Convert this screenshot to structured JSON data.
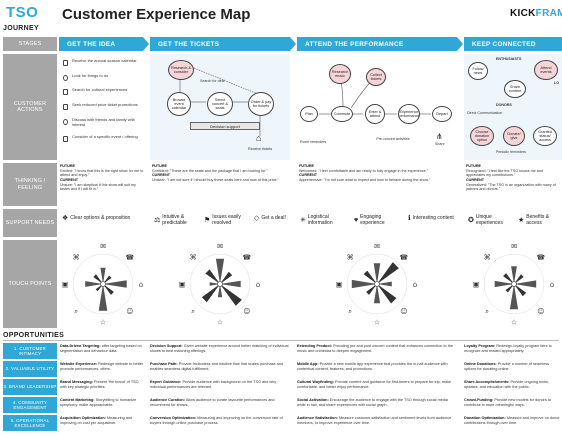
{
  "header": {
    "logo": "TSO",
    "title": "Customer Experience Map",
    "brand": "KICK",
    "brand_tail": "FRAM",
    "journey_label": "JOURNEY"
  },
  "rows": {
    "stages": "STAGES",
    "actions": "CUSTOMER ACTIONS",
    "thinking": "THINKING / FEELING",
    "needs": "SUPPORT NEEDS",
    "touch": "TOUCH POINTS"
  },
  "stages": [
    "GET THE IDEA",
    "GET THE TICKETS",
    "ATTEND THE PERFORMANCE",
    "KEEP CONNECTED"
  ],
  "actions_idea": [
    "Receive the annual season calendar",
    "Look for things to do",
    "Search for cultural experiences",
    "Seek reduced price ticket promotions",
    "Discuss with friends and family with interest",
    "Consider of a specific event / offering"
  ],
  "tickets_flow": {
    "research": "Research & consider",
    "search_deal": "Search for deal",
    "browse": "Browse event calendar",
    "select": "Select concert & seats",
    "order": "Order & pay for tickets",
    "decision": "Decision support",
    "receive": "Receive tickets"
  },
  "perf_flow": {
    "research": "Research music",
    "collect": "Collect tickets",
    "plan": "Plan",
    "commute": "Commute",
    "enter": "Enter & attend",
    "experience": "Experience performance",
    "depart": "Depart",
    "reminders": "Event reminders",
    "precontent": "Pre-concert activities",
    "share": "Share"
  },
  "connect_flow": {
    "enthusiasts": "ENTHUSIASTS",
    "follow": "Follow news",
    "attend_events": "Attend events",
    "share": "Share content",
    "donors": "DONORS",
    "direct": "Direct Communication",
    "choose": "Choose donation option",
    "donate": "Donate/ give",
    "granted": "Granted status/ access",
    "periodic": "Periodic reminders",
    "lo": "LO"
  },
  "thinking": [
    {
      "future_label": "FUTURE",
      "future": "Excited: \"I know that this is the right show for me to attend and enjoy.\"",
      "current_label": "CURRENT",
      "current": "Unsure: \"I am skeptical if this show will suit my tastes and if I will fit in.\""
    },
    {
      "future_label": "FUTURE",
      "future": "Confident: \"These are the seats and the package that I am looking for.\"",
      "current_label": "CURRENT",
      "current": "Unclear: \"I am not sure if I should buy these seats here and now at this price.\""
    },
    {
      "future_label": "FUTURE",
      "future": "Welcomed: \"I feel comfortable and am ready to fully engage in the experience.\"",
      "current_label": "CURRENT",
      "current": "Apprehensive: \"I'm not sure what to expect and how to behave during the show.\""
    },
    {
      "future_label": "FUTURE",
      "future": "Recognized: \"I feel like the TSO knows me and appreciates my contributions.\"",
      "current_label": "CURRENT",
      "current": "Generalized: \"The TSO is an organization with many of patrons and donors.\""
    }
  ],
  "needs": [
    [
      {
        "icon": "❖",
        "text": "Clear options & proposition"
      }
    ],
    [
      {
        "icon": "⚖",
        "text": "Intuitive & predictable"
      },
      {
        "icon": "⚑",
        "text": "Issues easily resolved"
      },
      {
        "icon": "◇",
        "text": "Get a deal!"
      }
    ],
    [
      {
        "icon": "✳",
        "text": "Logistical information"
      },
      {
        "icon": "♥",
        "text": "Engaging experience"
      },
      {
        "icon": "ℹ",
        "text": "Interesting content"
      }
    ],
    [
      {
        "icon": "✪",
        "text": "Unique experiences"
      },
      {
        "icon": "★",
        "text": "Benefits & access"
      }
    ]
  ],
  "touch_levels": [
    [
      0.55,
      0.35,
      0.8,
      0.45,
      0.9,
      0.3,
      0.6,
      0.4
    ],
    [
      0.85,
      0.5,
      0.7,
      0.9,
      0.45,
      0.75,
      0.35,
      0.6
    ],
    [
      0.7,
      0.9,
      0.5,
      0.8,
      0.65,
      0.45,
      0.85,
      0.55
    ],
    [
      0.6,
      0.4,
      0.75,
      0.5,
      0.85,
      0.35,
      0.65,
      0.45
    ]
  ],
  "opportunities": {
    "title": "OPPORTUNITIES",
    "labels": [
      "1. CUSTOMER INTIMACY",
      "2. VALUABLE UTILITY",
      "3. BRAND LEADERSHIP",
      "4. COMMUNITY ENGAGEMENT",
      "5. OPERATIONAL EXCELLENCE"
    ],
    "cells": [
      [
        {
          "head": "Data-Driven Targeting:",
          "body": "offer targeting based on segmentation and behaviour data."
        },
        {
          "head": "Decision Support:",
          "body": "Given website experience around better matching of individual shows to best matching offerings."
        },
        {
          "head": "Extending Product:",
          "body": "Providing pre and post concert content that enhances connection to the music and orchestra to deepen engagement."
        },
        {
          "head": "Loyalty Program:",
          "body": "Redesign loyalty program tiers to recognize and reward appropriately."
        }
      ],
      [
        {
          "head": "Website Experience:",
          "body": "Redesign website to better promote performances, offers."
        },
        {
          "head": "Purchase Path:",
          "body": "Provide frictionless and intuitive flow that scales purchase and enables seamless digital fulfillment."
        },
        {
          "head": "Mobile App:",
          "body": "Provide a new mobile app experience that provides the in-hall audience with contextual content, features, and promotions."
        },
        {
          "head": "Online Donations:",
          "body": "Provide a number of seamless options for donating online."
        }
      ],
      [
        {
          "head": "Brand Messaging:",
          "body": "Present 'the brand' of TSO with key strategic priorities."
        },
        {
          "head": "Expert Guidance:",
          "body": "Provide audience with background on the TSO and why individual performances are relevant."
        },
        {
          "head": "Cultural Wayfinding:",
          "body": "Provide content and guidance for first-timers to prepare for trip, make comfortable, and better enjoy performance."
        },
        {
          "head": "Share Accomplishments:",
          "body": "Provide ongoing news, updates, and education with the public."
        }
      ],
      [
        {
          "head": "Content Marketing:",
          "body": "Storytelling to humanize symphony, make approachable."
        },
        {
          "head": "Audience Curation:",
          "body": "Allow audience to curate favourite performances and recommend for shows."
        },
        {
          "head": "Social Activation:",
          "body": "Encourage the audience to engage with the TSO through social media while in hall, and share experiences with social graph."
        },
        {
          "head": "Crowd-Funding:",
          "body": "Provide new models for donors to contribute in more meaningful ways."
        }
      ],
      [
        {
          "head": "Acquisition Optimization:",
          "body": "Measuring and improving on cost per acquisition."
        },
        {
          "head": "Conversion Optimization:",
          "body": "Measuring and improving on the conversion rate of buyers through online purchase process."
        },
        {
          "head": "Audience Satisfaction:",
          "body": "Measure customer satisfaction and sentiment levels from audience members, to improve experience over time."
        },
        {
          "head": "Donation Optimization:",
          "body": "Measure and improve on donor contributions through over time."
        }
      ]
    ]
  },
  "colors": {
    "accent": "#2fa8d8",
    "label_gray": "#a6a6a6",
    "pink": "#f6d4d8",
    "light_blue": "#cfe8f5"
  }
}
